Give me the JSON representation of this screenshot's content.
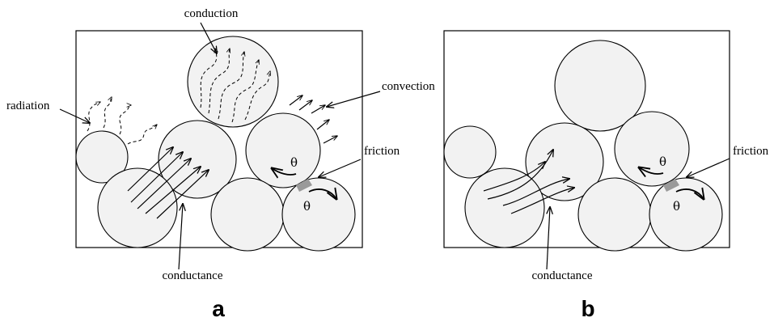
{
  "panels": [
    {
      "letter": "a",
      "labels": {
        "conduction": "conduction",
        "convection": "convection",
        "radiation": "radiation",
        "friction": "friction",
        "conductance": "conductance",
        "theta_1": "θ",
        "theta_2": "θ"
      }
    },
    {
      "letter": "b",
      "labels": {
        "friction": "friction",
        "conductance": "conductance",
        "theta_1": "θ",
        "theta_2": "θ"
      }
    }
  ],
  "colors": {
    "particle_fill": "#f2f2f2",
    "stroke": "#000000",
    "contact": "#9a9a9a"
  }
}
